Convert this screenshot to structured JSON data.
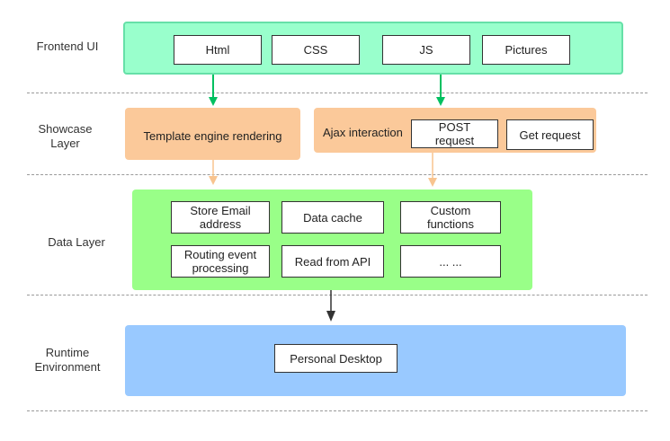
{
  "layers": {
    "frontend": {
      "label": "Frontend UI",
      "items": [
        "Html",
        "CSS",
        "JS",
        "Pictures"
      ]
    },
    "showcase": {
      "label_line1": "Showcase",
      "label_line2": "Layer",
      "template_engine": "Template engine rendering",
      "ajax_label": "Ajax interaction",
      "post_line1": "POST",
      "post_line2": "request",
      "get_request": "Get request"
    },
    "data": {
      "label": "Data Layer",
      "store_email_line1": "Store Email",
      "store_email_line2": "address",
      "data_cache": "Data cache",
      "custom_functions_line1": "Custom",
      "custom_functions_line2": "functions",
      "routing_line1": "Routing event",
      "routing_line2": "processing",
      "read_api": "Read from API",
      "more": "... ..."
    },
    "runtime": {
      "label_line1": "Runtime",
      "label_line2": "Environment",
      "personal_desktop": "Personal Desktop"
    }
  },
  "colors": {
    "frontend_band": "#99ffcc",
    "frontend_border": "#66e0a8",
    "showcase_band": "#fbc99a",
    "data_band": "#99ff88",
    "runtime_band": "#99c9ff",
    "green_arrow": "#00c060",
    "orange_arrow": "#f8c48f",
    "dark_arrow": "#333333"
  }
}
